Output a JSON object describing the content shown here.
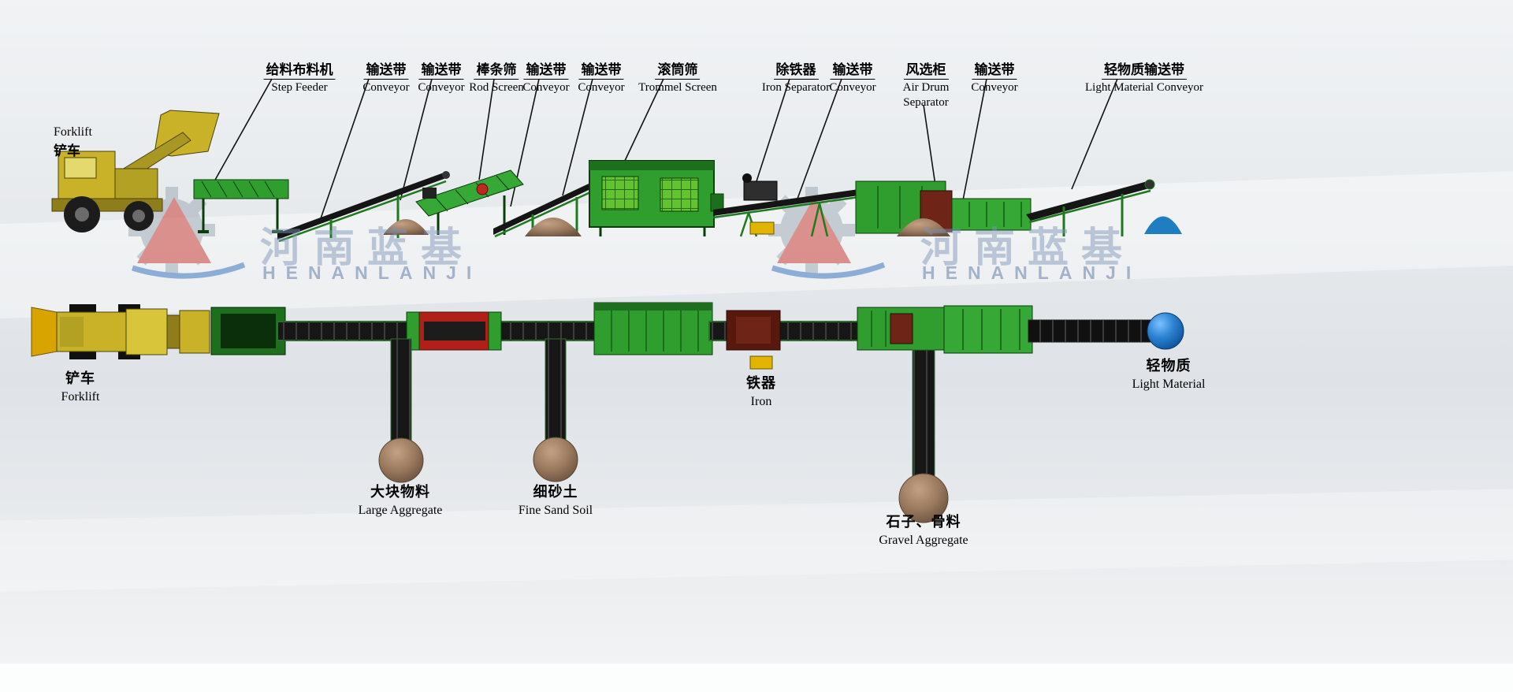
{
  "watermark": {
    "cn": "河南蓝基",
    "en": "HENANLANJI"
  },
  "side_view": {
    "forklift": {
      "en": "Forklift",
      "cn": "铲车"
    },
    "labels": [
      {
        "cn": "给料布料机",
        "en": "Step Feeder"
      },
      {
        "cn": "输送带",
        "en": "Conveyor"
      },
      {
        "cn": "输送带",
        "en": "Conveyor"
      },
      {
        "cn": "棒条筛",
        "en": "Rod Screen"
      },
      {
        "cn": "输送带",
        "en": "Conveyor"
      },
      {
        "cn": "输送带",
        "en": "Conveyor"
      },
      {
        "cn": "滚筒筛",
        "en": "Trommel Screen"
      },
      {
        "cn": "除铁器",
        "en": "Iron Separator"
      },
      {
        "cn": "输送带",
        "en": "Conveyor"
      },
      {
        "cn": "风选柜",
        "en": "Air Drum Separator"
      },
      {
        "cn": "输送带",
        "en": "Conveyor"
      },
      {
        "cn": "轻物质输送带",
        "en": "Light Material Conveyor"
      }
    ]
  },
  "plan_view": {
    "forklift": {
      "cn": "铲车",
      "en": "Forklift"
    },
    "outputs": [
      {
        "cn": "大块物料",
        "en": "Large Aggregate"
      },
      {
        "cn": "细砂土",
        "en": "Fine Sand Soil"
      },
      {
        "cn": "铁器",
        "en": "Iron"
      },
      {
        "cn": "石子、骨料",
        "en": "Gravel Aggregate"
      },
      {
        "cn": "轻物质",
        "en": "Light Material"
      }
    ]
  },
  "colors": {
    "machine_green": "#2f9e2f",
    "dark_green": "#1d6e1d",
    "belt_black": "#161616",
    "forklift_yellow": "#c9b227",
    "screen_red": "#b02018",
    "pile_brown": "#9a7a5f",
    "iron_bin_yellow": "#e0b400",
    "light_material_blue": "#1f7ec2",
    "logo_red": "#c63028",
    "watermark_blue": "#7d95b5"
  }
}
